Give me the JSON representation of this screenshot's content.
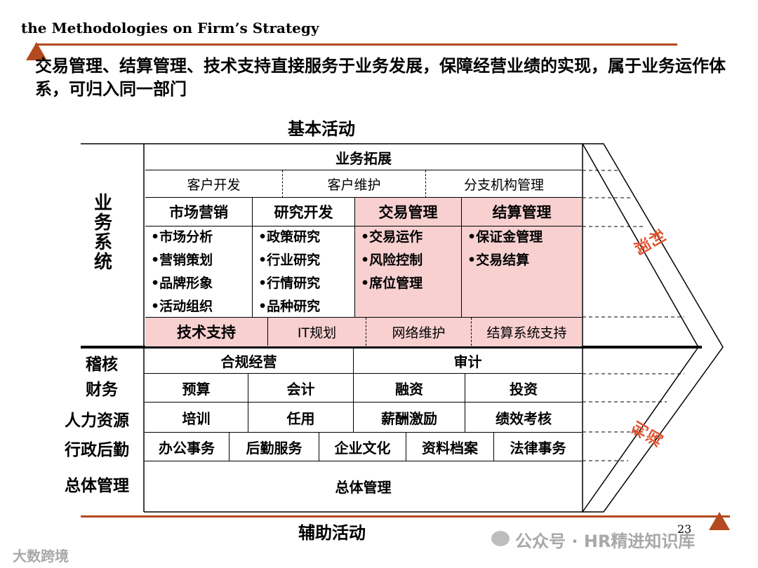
{
  "header": {
    "title": "the Methodologies on Firm’s Strategy"
  },
  "subtitle": "交易管理、结算管理、技术支持直接服务于业务发展，保障经营业绩的实现，属于业务运作体系，可归入同一部门",
  "top_label": "基本活动",
  "bottom_label": "辅助活动",
  "business": {
    "side_label": "业务系统",
    "title": "业务拓展",
    "sub_items": [
      "客户开发",
      "客户维护",
      "分支机构管理"
    ],
    "columns": [
      {
        "name": "市场营销",
        "items": [
          "•市场分析",
          "•营销策划",
          "•品牌形象",
          "•活动组织"
        ]
      },
      {
        "name": "研究开发",
        "items": [
          "•政策研究",
          "•行业研究",
          "•行情研究",
          "•品种研究"
        ]
      },
      {
        "name": "交易管理",
        "items": [
          "•交易运作",
          "•风险控制",
          "•席位管理"
        ]
      },
      {
        "name": "结算管理",
        "items": [
          "•保证金管理",
          "•交易结算"
        ]
      }
    ],
    "tech_support": {
      "name": "技术支持",
      "items": [
        "IT规划",
        "网络维护",
        "结算系统支持"
      ]
    }
  },
  "support_rows": [
    {
      "label": "稽核",
      "cells": [
        "合规经营",
        "审计"
      ]
    },
    {
      "label": "财务",
      "cells": [
        "预算",
        "会计",
        "融资",
        "投资"
      ]
    },
    {
      "label": "人力资源",
      "cells": [
        "培训",
        "任用",
        "薪酬激励",
        "绩效考核"
      ]
    },
    {
      "label": "行政后勤",
      "cells": [
        "办公事务",
        "后勤服务",
        "企业文化",
        "资料档案",
        "法律事务"
      ]
    },
    {
      "label": "总体管理",
      "cells": [
        "总体管理"
      ]
    }
  ],
  "profit_label": "利润",
  "page_number": "23",
  "watermarks": {
    "left": "大数跨境",
    "right": "公众号 · HR精进知识库"
  },
  "colors": {
    "accent": "#b34a1f",
    "highlight": "#f8d0d0",
    "profit": "#e0502a"
  }
}
